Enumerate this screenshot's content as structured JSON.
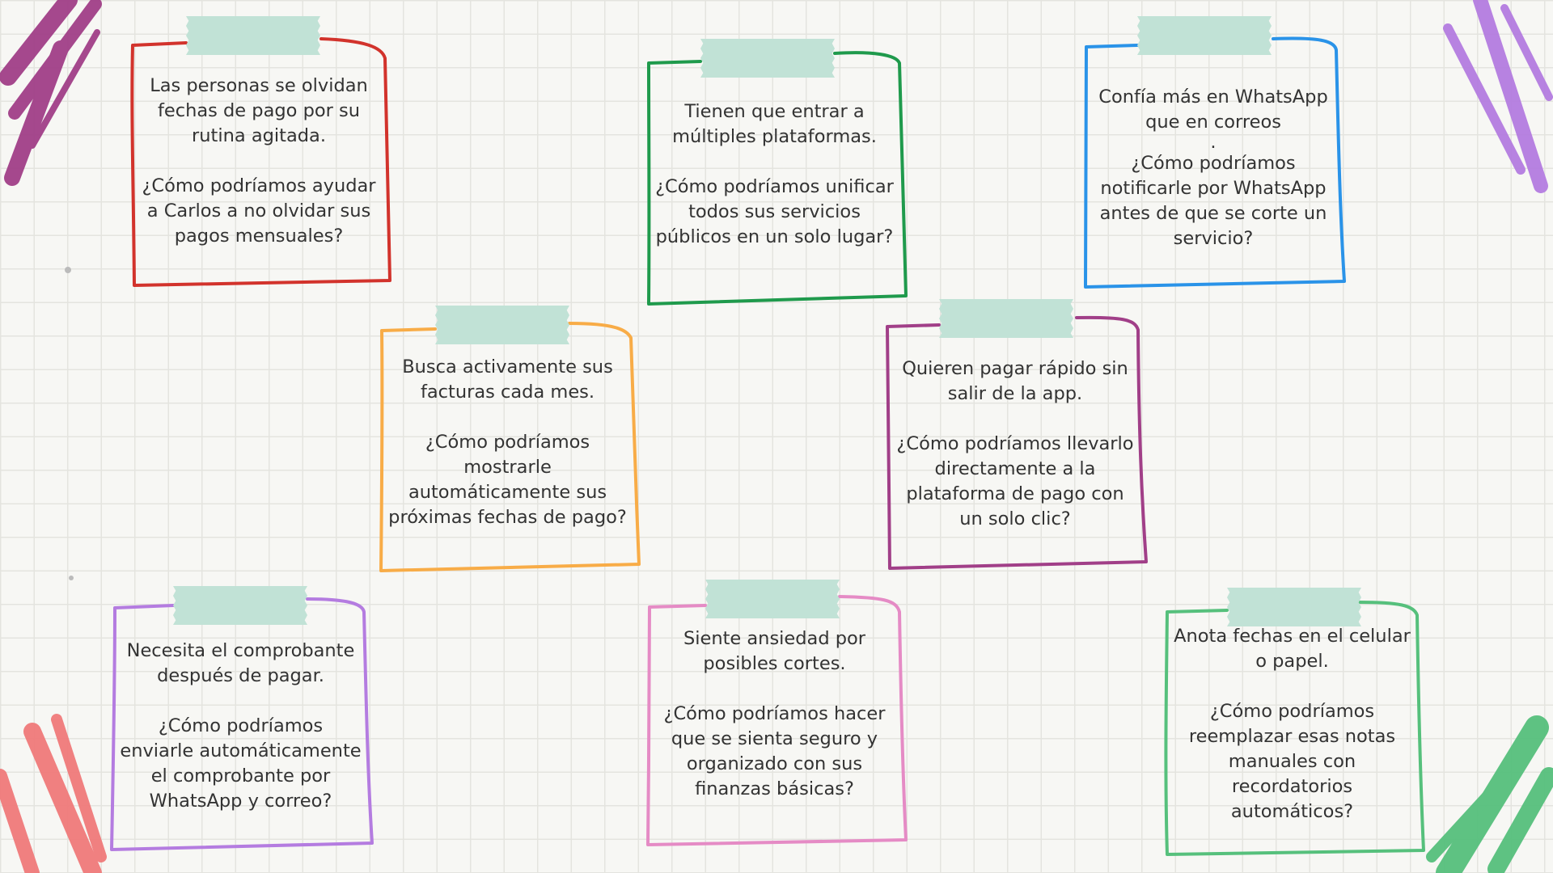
{
  "colors": {
    "red": "#d2332c",
    "green": "#1f9a4c",
    "blue": "#2a93e8",
    "orange": "#f8ac47",
    "purple": "#a13f88",
    "lilac": "#b47ce0",
    "pink": "#e58bc5",
    "mint": "#56c07c",
    "tape": "#c1e2d6"
  },
  "cards": [
    {
      "id": "red",
      "color": "#d2332c",
      "problem": "Las personas se olvidan fechas de pago por su rutina agitada.",
      "question": "¿Cómo podríamos ayudar a Carlos a no olvidar sus pagos mensuales?"
    },
    {
      "id": "green",
      "color": "#1f9a4c",
      "problem": "Tienen que entrar a múltiples plataformas.",
      "question": "¿Cómo podríamos unificar todos sus servicios públicos en un solo lugar?"
    },
    {
      "id": "blue",
      "color": "#2a93e8",
      "problem": "Confía más en WhatsApp que en correos",
      "extra": ".",
      "question": "¿Cómo podríamos notificarle por WhatsApp antes de que se corte un servicio?"
    },
    {
      "id": "orange",
      "color": "#f8ac47",
      "problem": "Busca activamente sus facturas cada mes.",
      "question": "¿Cómo podríamos mostrarle automáticamente sus próximas fechas de pago?"
    },
    {
      "id": "purple",
      "color": "#a13f88",
      "problem": "Quieren pagar rápido sin salir de la app.",
      "question": "¿Cómo podríamos llevarlo directamente a la plataforma de pago con un solo clic?"
    },
    {
      "id": "lilac",
      "color": "#b47ce0",
      "problem": "Necesita el comprobante después de pagar.",
      "question": "¿Cómo podríamos enviarle automáticamente el comprobante por WhatsApp y correo?"
    },
    {
      "id": "pink",
      "color": "#e58bc5",
      "problem": "Siente ansiedad por posibles cortes.",
      "question": "¿Cómo podríamos hacer que se sienta seguro y organizado con sus finanzas básicas?"
    },
    {
      "id": "mint",
      "color": "#56c07c",
      "problem": "Anota fechas en el celular o papel.",
      "question": "¿Cómo podríamos reemplazar esas notas manuales con recordatorios automáticos?"
    }
  ]
}
